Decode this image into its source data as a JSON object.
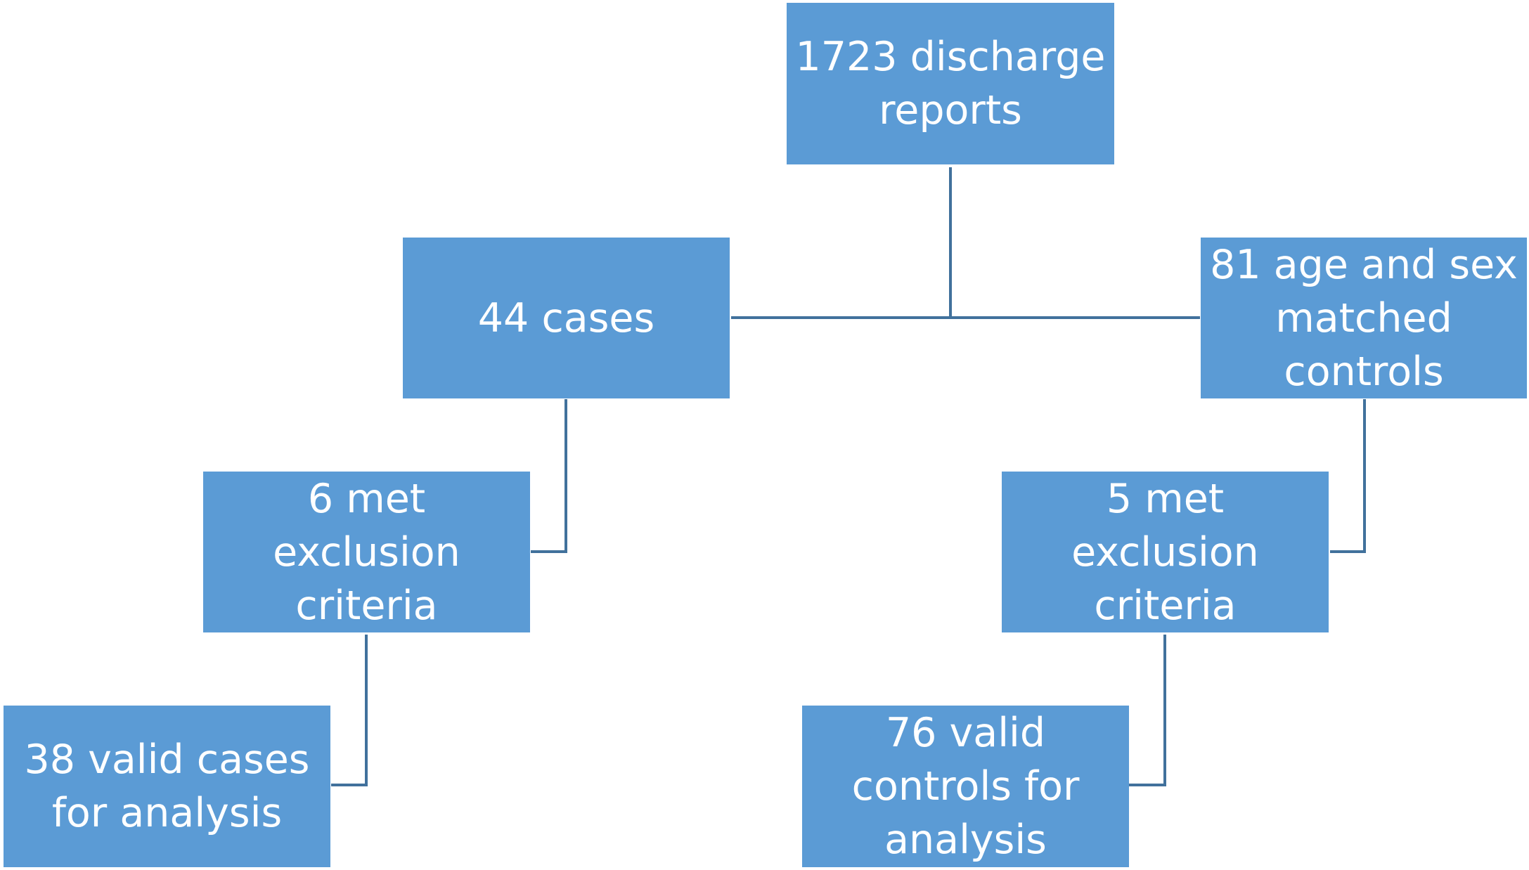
{
  "flowchart": {
    "colors": {
      "box_fill": "#5b9bd5",
      "box_text": "#ffffff",
      "connector": "#41719c",
      "background": "#ffffff"
    },
    "nodes": {
      "root": {
        "label": "1723 discharge reports"
      },
      "cases": {
        "label": "44 cases"
      },
      "controls": {
        "label": "81 age and sex matched controls"
      },
      "cases_excluded": {
        "label": "6 met exclusion criteria"
      },
      "controls_excluded": {
        "label": "5 met exclusion criteria"
      },
      "valid_cases": {
        "label": "38 valid cases for analysis"
      },
      "valid_controls": {
        "label": "76 valid controls for analysis"
      }
    },
    "edges": [
      {
        "from": "root",
        "to": "cases"
      },
      {
        "from": "root",
        "to": "controls"
      },
      {
        "from": "cases",
        "to": "cases_excluded"
      },
      {
        "from": "controls",
        "to": "controls_excluded"
      },
      {
        "from": "cases_excluded",
        "to": "valid_cases"
      },
      {
        "from": "controls_excluded",
        "to": "valid_controls"
      }
    ]
  }
}
